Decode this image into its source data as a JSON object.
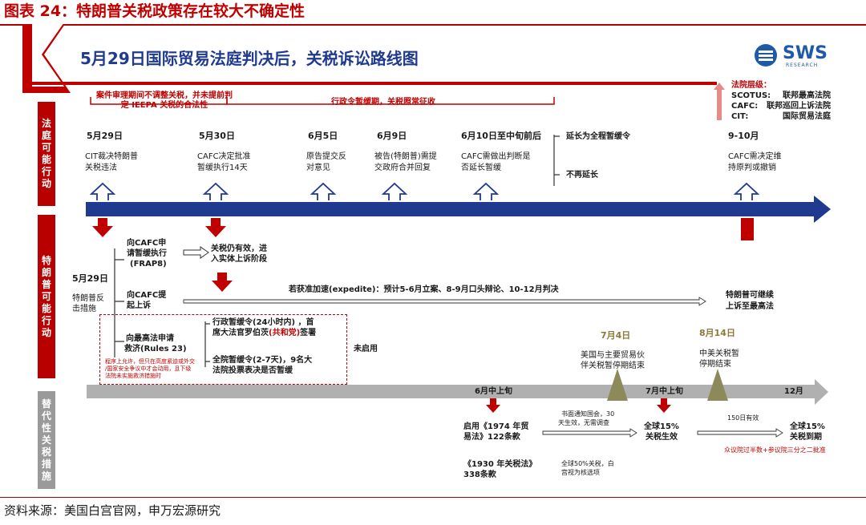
{
  "figure_title": "图表 24：特朗普关税政策存在较大不确定性",
  "banner_title": "5月29日国际贸易法庭判决后，关税诉讼路线图",
  "logo": {
    "text": "SWS",
    "subtext": "RESEARCH",
    "color": "#1e5aa8"
  },
  "side_labels": {
    "court": "法庭可能行动",
    "trump": "特朗普可能行动",
    "alt": "替代性关税措施"
  },
  "court_row": {
    "bracket_left": "案件审理期间不调整关税，并未提前判定 IEEPA 关税的合法性",
    "bracket_mid": "行政令暂缓期，关税照常征收",
    "events": [
      {
        "date": "5月29日",
        "desc1": "CIT裁决特朗普",
        "desc2": "关税违法"
      },
      {
        "date": "5月30日",
        "desc1": "CAFC决定批准",
        "desc2": "暂缓执行14天"
      },
      {
        "date": "6月5日",
        "desc1": "原告提交反",
        "desc2": "对意见"
      },
      {
        "date": "6月9日",
        "desc1": "被告(特朗普)需提",
        "desc2": "交政府合并回复"
      },
      {
        "date": "6月10日至中旬前后",
        "desc1": "CAFC需做出判断是",
        "desc2": "否延长暂缓"
      },
      {
        "date": "9-10月",
        "desc1": "CAFC需决定维",
        "desc2": "持原判或撤销"
      }
    ],
    "branch_yes": "延长为全程暂缓令",
    "branch_no": "不再延长"
  },
  "legend": {
    "title": "法院层级：",
    "items": [
      {
        "abbr": "SCOTUS:",
        "name": "联邦最高法院"
      },
      {
        "abbr": "CAFC:",
        "name": "联邦巡回上诉法院"
      },
      {
        "abbr": "CIT:",
        "name": "国际贸易法庭"
      }
    ]
  },
  "trump_row": {
    "start_date": "5月29日",
    "start_desc1": "特朗普反",
    "start_desc2": "击措施",
    "opt1": {
      "l1": "向CAFC申",
      "l2": "请暂缓执行",
      "l3": "(FRAP8)"
    },
    "opt1_result1": "关税仍有效，进",
    "opt1_result2": "入实体上诉阶段",
    "opt2": {
      "l1": "向CAFC提",
      "l2": "起上诉"
    },
    "expedite": "若获准加速(expedite)：预计5-6月立案、8-9月口头辩论、10-12月判决",
    "end_l1": "特朗普可继续",
    "end_l2": "上诉至最高法",
    "opt3": {
      "l1": "向最高法申请",
      "l2": "救济(Rules 23)"
    },
    "opt3_r1a": "行政暂缓令(24小时内) ，首",
    "opt3_r1b_pre": "席大法官罗伯茨",
    "opt3_r1b_red": "(共和党)",
    "opt3_r1b_post": "签署",
    "opt3_r2a": "全院暂缓令(2-7天)，9名大",
    "opt3_r2b": "法院投票表决是否暂缓",
    "unused": "未启用",
    "note1": "程序上允许，但只在高度紧迫或外交",
    "note2": "/国家安全争议中才会动用，且下级",
    "note3": "法院未实施救济措施时"
  },
  "alt_row": {
    "mark_jun": "6月中上旬",
    "mark_jul": "7月中上旬",
    "mark_dec": "12月",
    "jul4_date": "7月4日",
    "jul4_desc1": "美国与主要贸易伙",
    "jul4_desc2": "伴关税暂停期结束",
    "aug14_date": "8月14日",
    "aug14_desc1": "中美关税暂",
    "aug14_desc2": "停期结束",
    "act1_l1": "启用《1974 年贸",
    "act1_l2": "易法》122条款",
    "act1_note1": "书面通知国会，30",
    "act1_note2": "天生效，无需调查",
    "act2_l1": "《1930 年关税法》",
    "act2_l2": "338条款",
    "act2_note1": "全球50%关税，白",
    "act2_note2": "宫视为核选项",
    "global1_l1": "全球15%",
    "global1_l2": "关税生效",
    "days150": "150日有效",
    "global2_l1": "全球15%",
    "global2_l2": "关税到期",
    "extend_note": "众议院过半数+参议院三分之二批准"
  },
  "source": "资料来源：美国白宫官网，申万宏源研究",
  "colors": {
    "accent_red": "#c00000",
    "timeline_blue": "#1f3a8f",
    "arrow_gray": "#b0b0b0",
    "triangle_olive": "#8c8a5a"
  }
}
